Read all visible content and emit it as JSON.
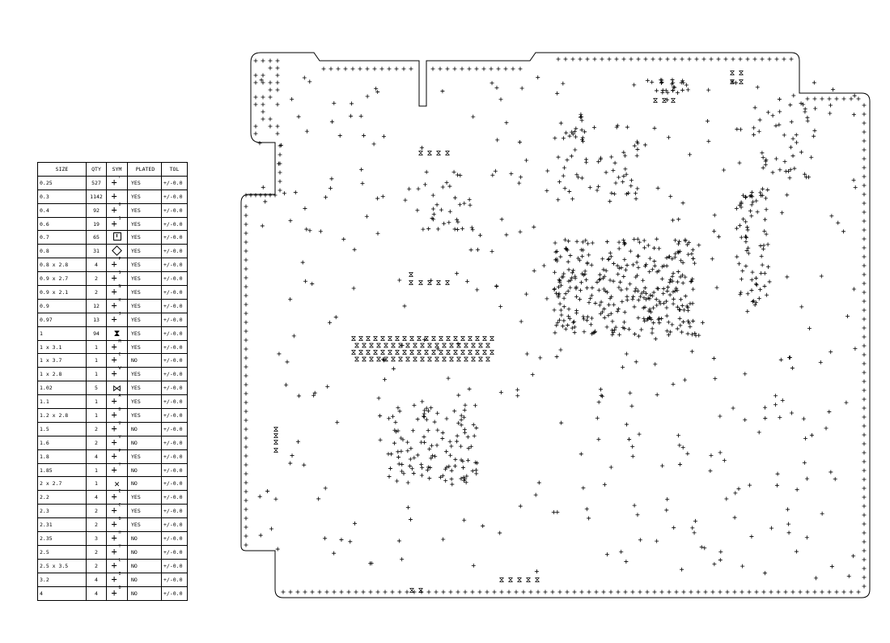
{
  "table": {
    "headers": [
      "SIZE",
      "QTY",
      "SYM",
      "PLATED",
      "TOL"
    ],
    "rows": [
      {
        "size": "0.25",
        "qty": "527",
        "sym": "r",
        "plated": "YES",
        "tol": "+/-0.0"
      },
      {
        "size": "0.3",
        "qty": "1142",
        "sym": "",
        "plated": "YES",
        "tol": "+/-0.0"
      },
      {
        "size": "0.4",
        "qty": "92",
        "sym": "0",
        "plated": "YES",
        "tol": "+/-0.0"
      },
      {
        "size": "0.6",
        "qty": "19",
        "sym": "1",
        "plated": "YES",
        "tol": "+/-0.0"
      },
      {
        "size": "0.7",
        "qty": "65",
        "sym": "box",
        "plated": "YES",
        "tol": "+/-0.0"
      },
      {
        "size": "0.8",
        "qty": "31",
        "sym": "diamond",
        "plated": "YES",
        "tol": "+/-0.0"
      },
      {
        "size": "0.8 x 2.8",
        "qty": "4",
        "sym": "P",
        "plated": "YES",
        "tol": "+/-0.0"
      },
      {
        "size": "0.9 x 2.7",
        "qty": "2",
        "sym": "S",
        "plated": "YES",
        "tol": "+/-0.0"
      },
      {
        "size": "0.9 x 2.1",
        "qty": "2",
        "sym": "N",
        "plated": "YES",
        "tol": "+/-0.0"
      },
      {
        "size": "0.9",
        "qty": "12",
        "sym": "K",
        "plated": "YES",
        "tol": "+/-0.0"
      },
      {
        "size": "0.97",
        "qty": "13",
        "sym": "J",
        "plated": "YES",
        "tol": "+/-0.0"
      },
      {
        "size": "1",
        "qty": "94",
        "sym": "hourglass",
        "plated": "YES",
        "tol": "+/-0.0"
      },
      {
        "size": "1 x 3.1",
        "qty": "1",
        "sym": "M",
        "plated": "YES",
        "tol": "+/-0.0"
      },
      {
        "size": "1 x 3.7",
        "qty": "1",
        "sym": "C",
        "plated": "NO",
        "tol": "+/-0.0"
      },
      {
        "size": "1 x 2.8",
        "qty": "1",
        "sym": "W",
        "plated": "YES",
        "tol": "+/-0.0"
      },
      {
        "size": "1.02",
        "qty": "5",
        "sym": "bowtie",
        "plated": "YES",
        "tol": "+/-0.0"
      },
      {
        "size": "1.1",
        "qty": "1",
        "sym": "A",
        "plated": "YES",
        "tol": "+/-0.0"
      },
      {
        "size": "1.2 x 2.8",
        "qty": "1",
        "sym": "D",
        "plated": "YES",
        "tol": "+/-0.0"
      },
      {
        "size": "1.5",
        "qty": "2",
        "sym": "U",
        "plated": "NO",
        "tol": "+/-0.0"
      },
      {
        "size": "1.6",
        "qty": "2",
        "sym": "V",
        "plated": "NO",
        "tol": "+/-0.0"
      },
      {
        "size": "1.8",
        "qty": "4",
        "sym": "P",
        "plated": "YES",
        "tol": "+/-0.0"
      },
      {
        "size": "1.85",
        "qty": "1",
        "sym": "Y",
        "plated": "NO",
        "tol": "+/-0.0"
      },
      {
        "size": "2 x 2.7",
        "qty": "1",
        "sym": "cross",
        "plated": "NO",
        "tol": "+/-0.0"
      },
      {
        "size": "2.2",
        "qty": "4",
        "sym": "E",
        "plated": "YES",
        "tol": "+/-0.0"
      },
      {
        "size": "2.3",
        "qty": "2",
        "sym": "C",
        "plated": "YES",
        "tol": "+/-0.0"
      },
      {
        "size": "2.31",
        "qty": "2",
        "sym": "B",
        "plated": "YES",
        "tol": "+/-0.0"
      },
      {
        "size": "2.35",
        "qty": "3",
        "sym": "H",
        "plated": "NO",
        "tol": "+/-0.0"
      },
      {
        "size": "2.5",
        "qty": "2",
        "sym": "Y",
        "plated": "NO",
        "tol": "+/-0.0"
      },
      {
        "size": "2.5 x 3.5",
        "qty": "2",
        "sym": "L",
        "plated": "NO",
        "tol": "+/-0.0"
      },
      {
        "size": "3.2",
        "qty": "4",
        "sym": "I",
        "plated": "NO",
        "tol": "+/-0.0"
      },
      {
        "size": "4",
        "qty": "4",
        "sym": "B",
        "plated": "NO",
        "tol": "+/-0.0"
      }
    ]
  },
  "colors": {
    "ink": "#000000",
    "background": "#ffffff"
  }
}
